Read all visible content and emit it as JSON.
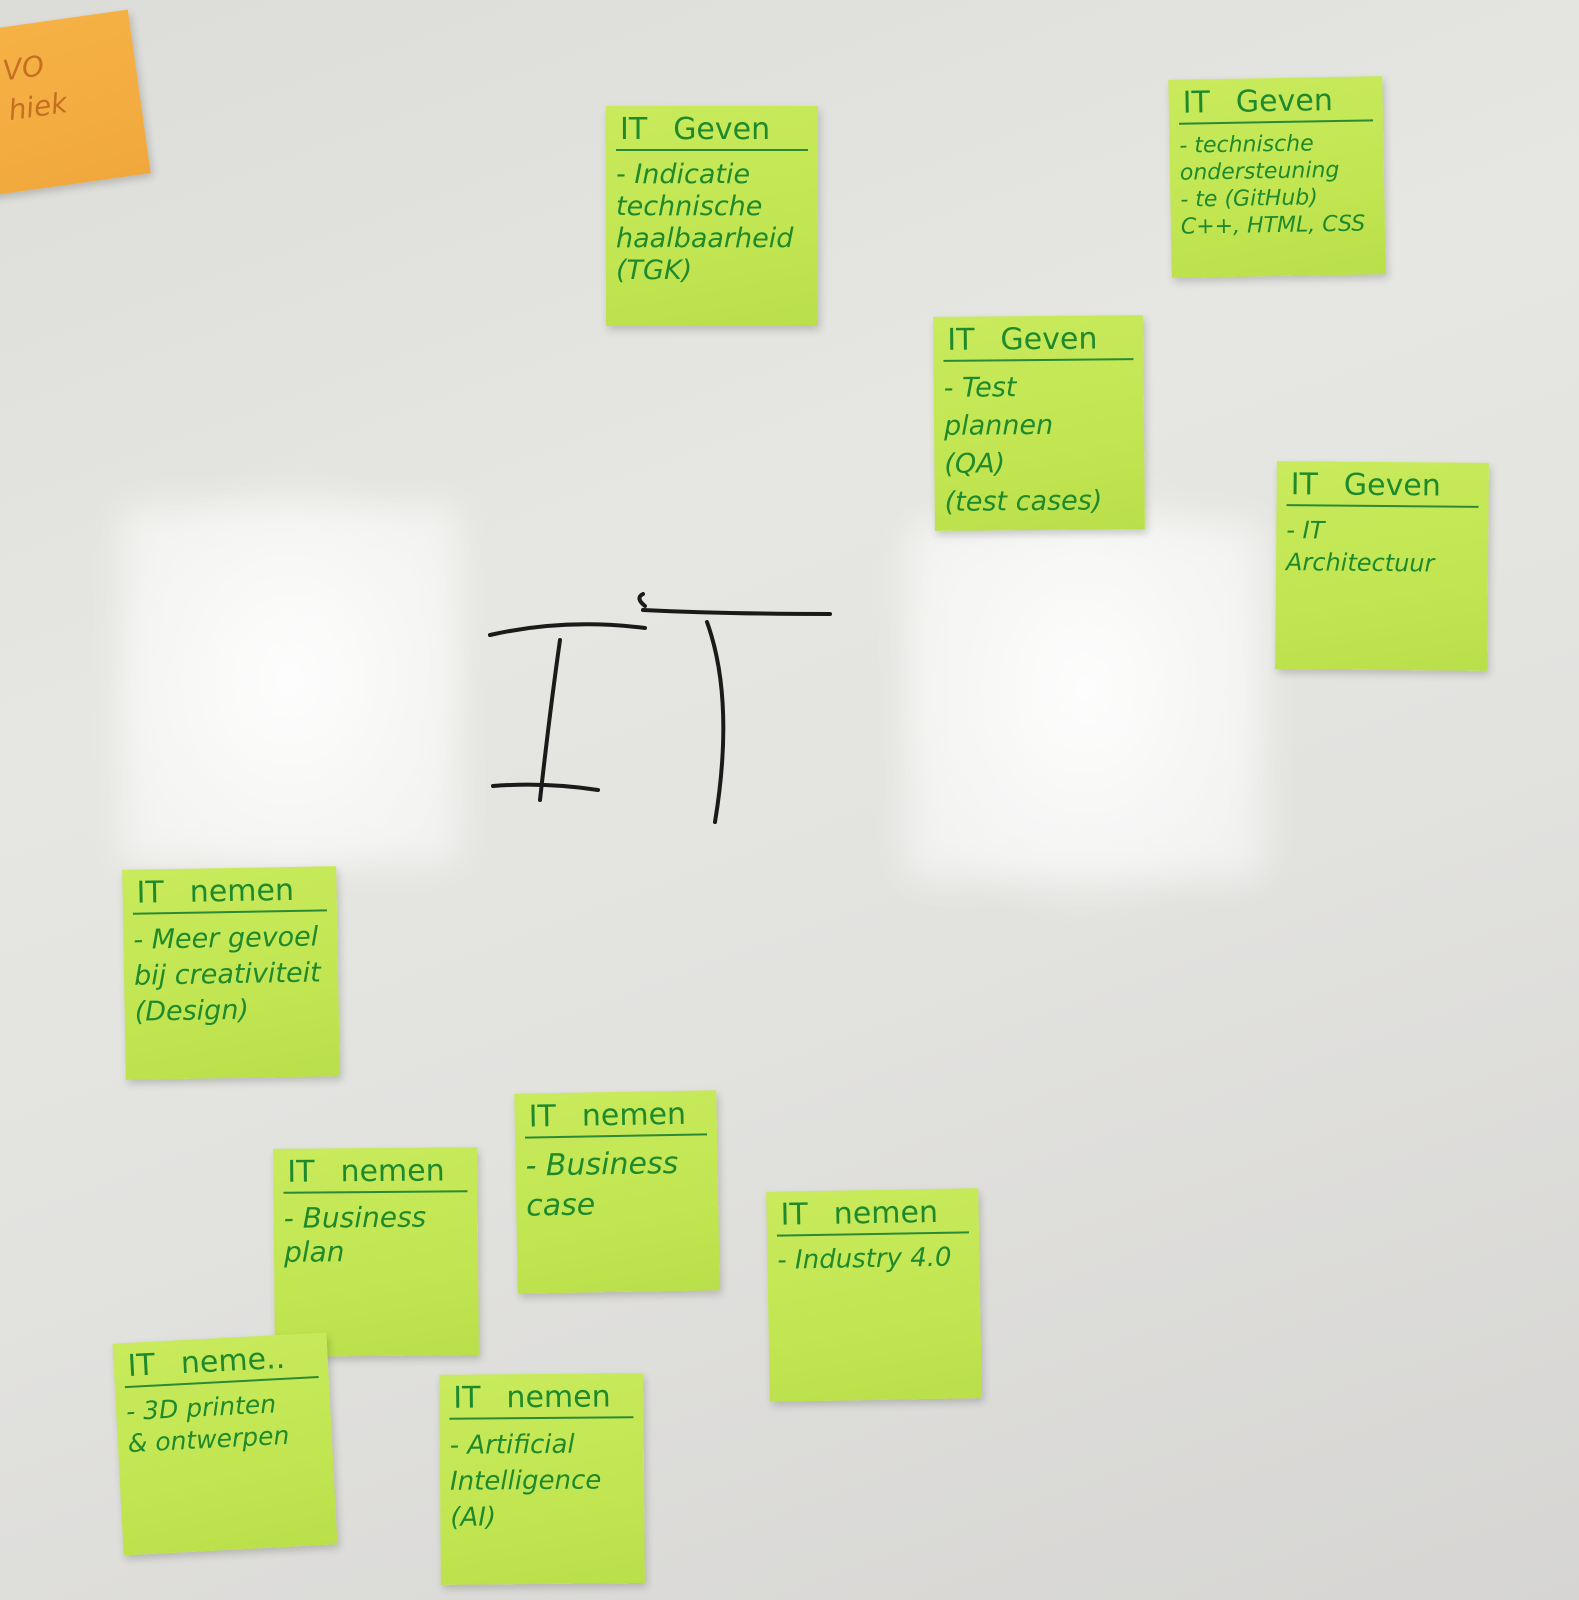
{
  "board": {
    "big_title": "IT",
    "orange_note": {
      "text": "VO\nhiek"
    },
    "notes": [
      {
        "id": "n1",
        "col1": "IT",
        "col2": "Geven",
        "body": "- Indicatie\ntechnische\nhaalbaarheid\n(TGK)"
      },
      {
        "id": "n2",
        "col1": "IT",
        "col2": "Geven",
        "body": "- technische\n  ondersteuning\n- te (GitHub)\nC++, HTML, CSS"
      },
      {
        "id": "n3",
        "col1": "IT",
        "col2": "Geven",
        "body": "- Test plannen\n  (QA)\n  (test cases)"
      },
      {
        "id": "n4",
        "col1": "IT",
        "col2": "Geven",
        "body": "- IT Architectuur"
      },
      {
        "id": "n5",
        "col1": "IT",
        "col2": "nemen",
        "body": "- Meer gevoel\nbij creativiteit\n(Design)"
      },
      {
        "id": "n6",
        "col1": "IT",
        "col2": "nemen",
        "body": "- Business\n  case"
      },
      {
        "id": "n7",
        "col1": "IT",
        "col2": "nemen",
        "body": "- Business\n  plan"
      },
      {
        "id": "n8",
        "col1": "IT",
        "col2": "nemen",
        "body": "- Industry 4.0"
      },
      {
        "id": "n9",
        "col1": "IT",
        "col2": "neme..",
        "body": "- 3D printen\n& ontwerpen"
      },
      {
        "id": "n10",
        "col1": "IT",
        "col2": "nemen",
        "body": "- Artificial\nIntelligence\n(AI)"
      }
    ]
  },
  "colors": {
    "note_green": "#c4e756",
    "ink_green": "#1f8a2c",
    "note_orange": "#f2ab40",
    "marker_black": "#1a1a1a"
  }
}
